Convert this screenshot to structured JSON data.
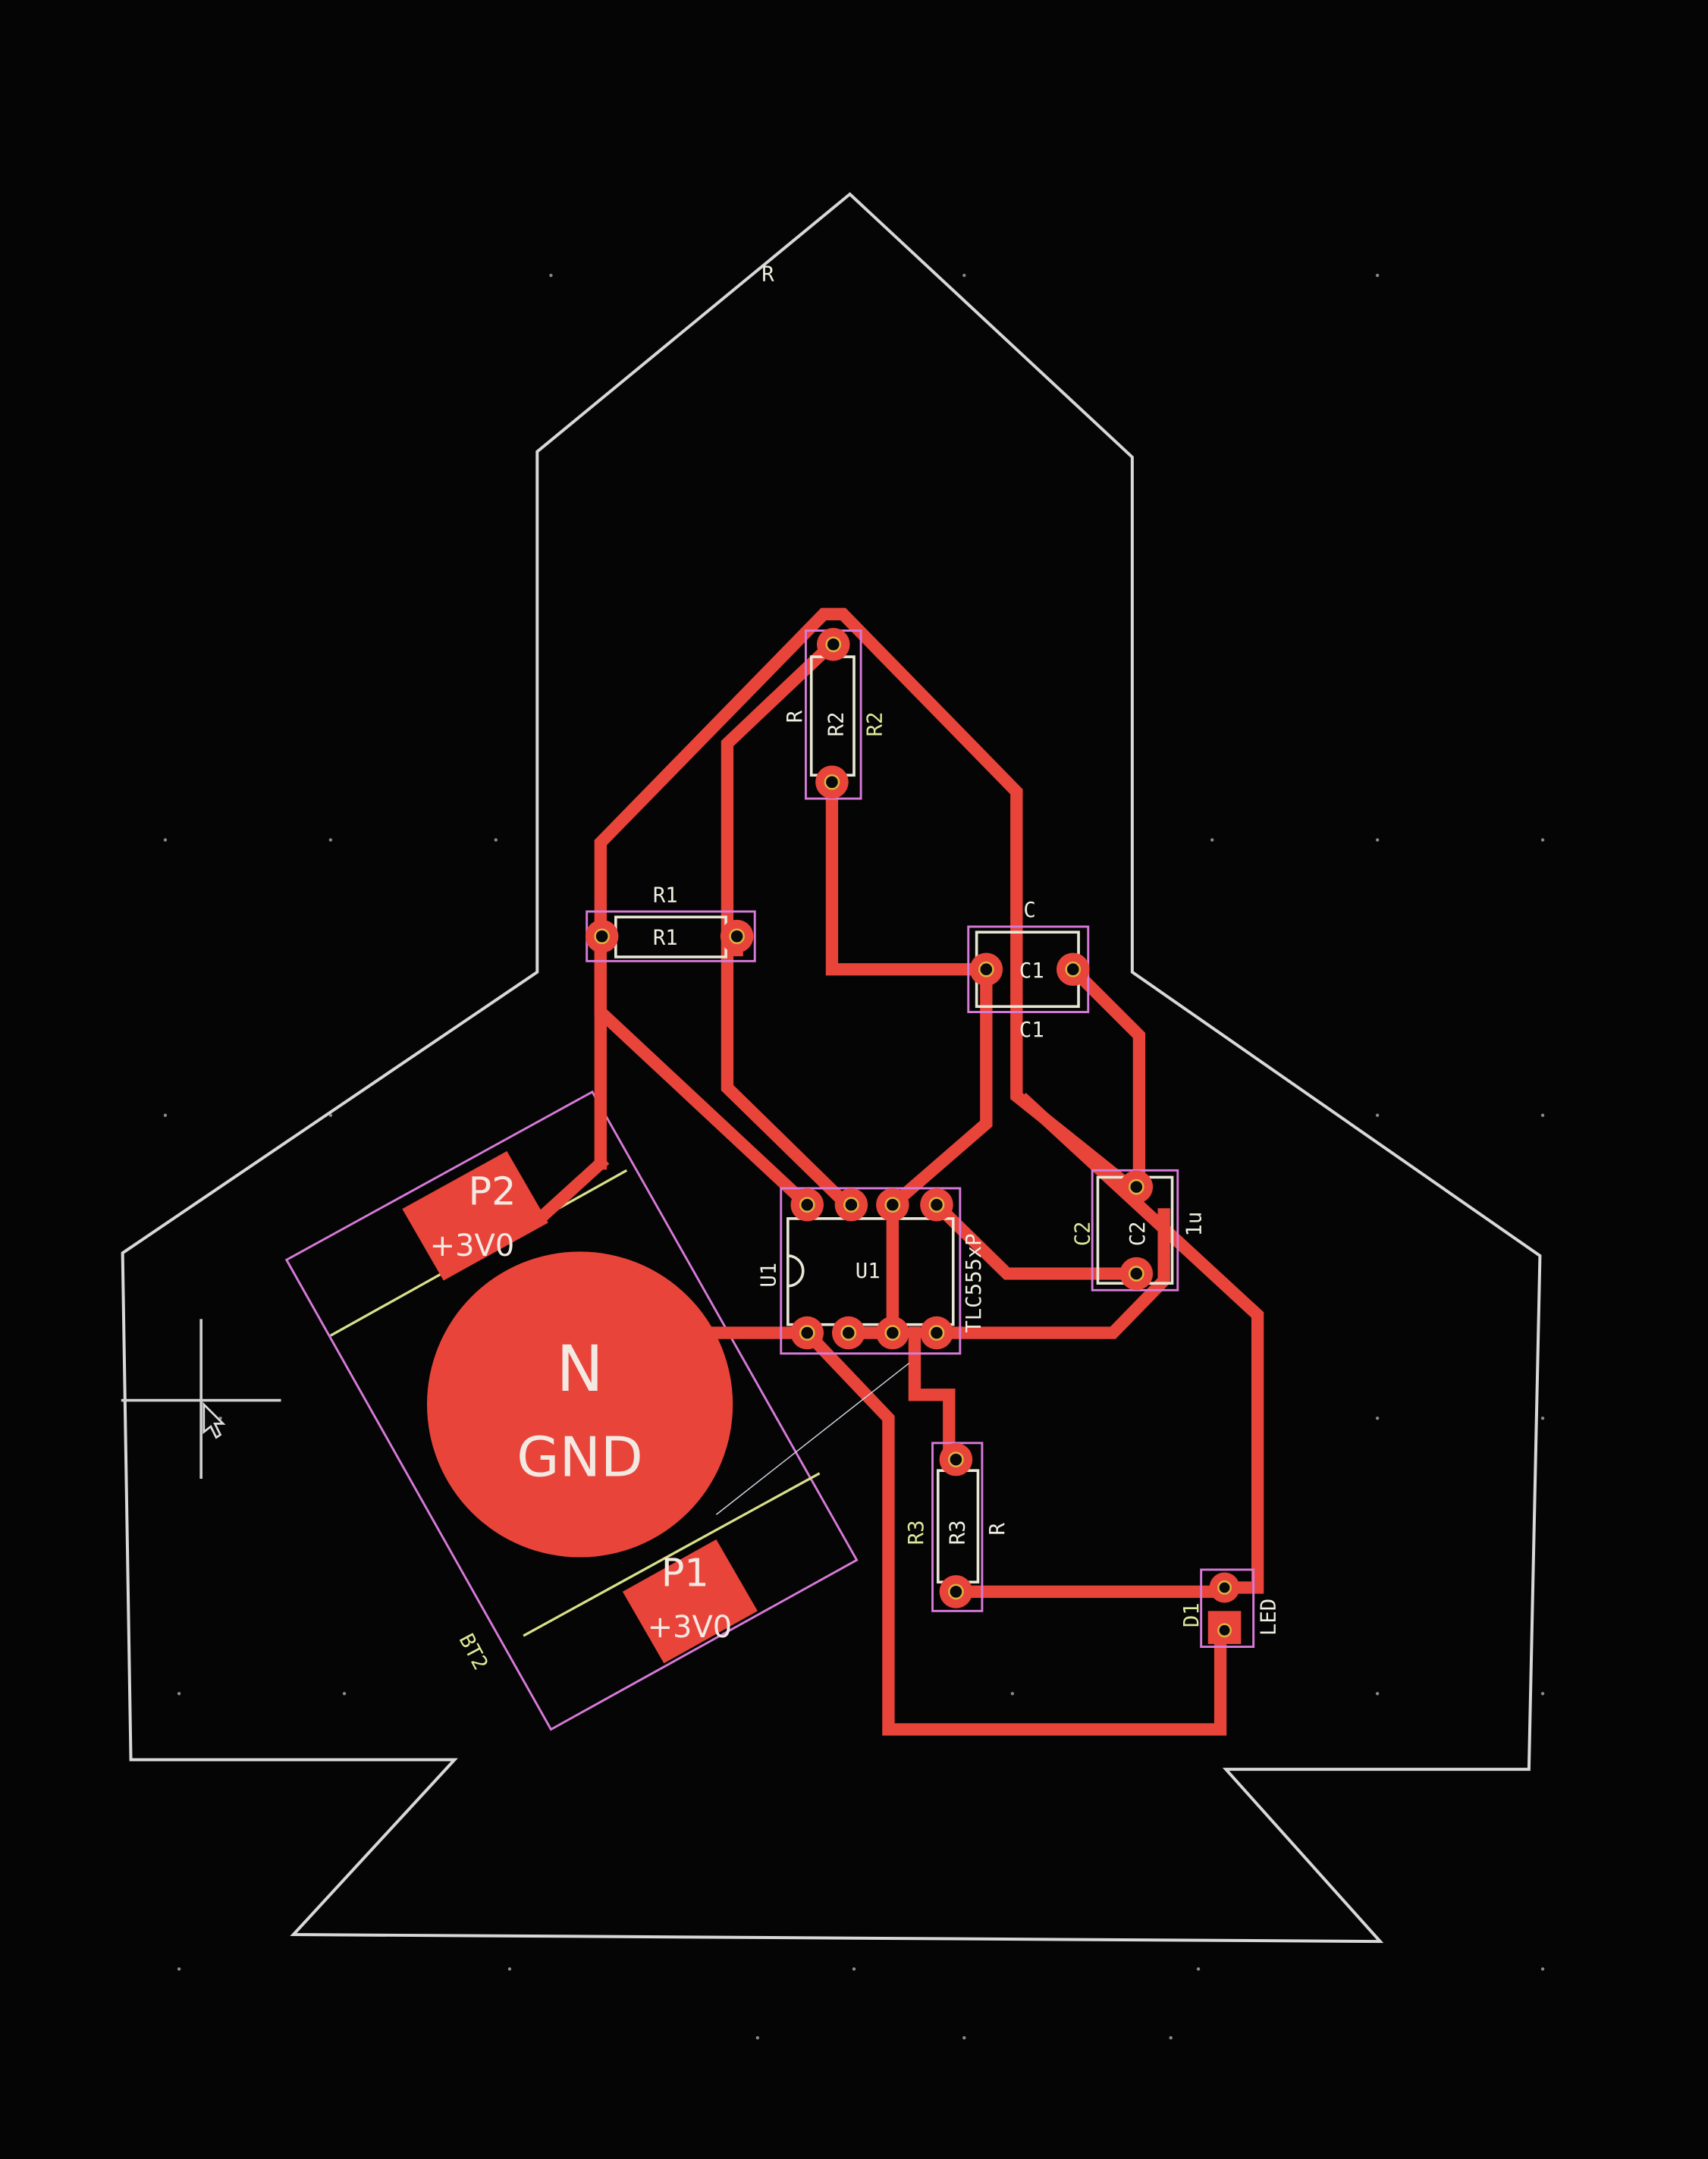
{
  "app": {
    "type": "PCB layout editor (board view)",
    "layer_colors": {
      "copper": "#e8443a",
      "edge_cuts": "#d8d8d8",
      "courtyard": "#d77ad8",
      "silkscreen": "#e8e6d4",
      "fab": "#d8e08a",
      "background": "#050505"
    }
  },
  "board": {
    "outline_label": "R",
    "components": {
      "r2": {
        "ref": "R2",
        "ref_fab": "R2",
        "value": "R"
      },
      "r1": {
        "ref": "R1",
        "ref_fab": "R1"
      },
      "c1": {
        "ref": "C1",
        "ref_fab": "C1",
        "value": "C"
      },
      "c2": {
        "ref": "C2",
        "ref_fab": "C2",
        "value": "1u"
      },
      "u1": {
        "ref": "U1",
        "ref_fab": "U1",
        "value": "TLC555xP"
      },
      "r3": {
        "ref": "R3",
        "ref_fab": "R3",
        "value": "R"
      },
      "d1": {
        "ref": "D1",
        "ref_fab": "D1",
        "value": "LED"
      },
      "bt2": {
        "ref": "BT2",
        "pad_p2": {
          "name": "P2",
          "net": "+3V0"
        },
        "pad_p1": {
          "name": "P1",
          "net": "+3V0"
        },
        "pad_n": {
          "name": "N",
          "net": "GND"
        }
      }
    }
  },
  "cursor": {
    "type": "crosshair-arrow"
  }
}
